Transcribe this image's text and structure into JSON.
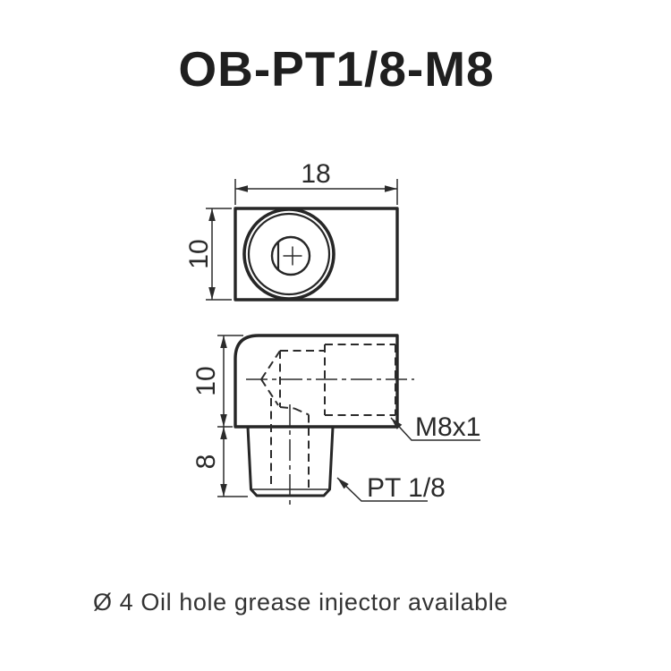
{
  "title": "OB-PT1/8-M8",
  "note": "Ø 4 Oil hole grease injector available",
  "colors": {
    "ink": "#262626",
    "background": "#ffffff"
  },
  "top_view": {
    "width_dim": "18",
    "height_dim": "10"
  },
  "side_view": {
    "body_height_dim": "10",
    "thread_length_dim": "8",
    "top_thread_label": "M8x1",
    "bottom_thread_label": "PT 1/8"
  }
}
